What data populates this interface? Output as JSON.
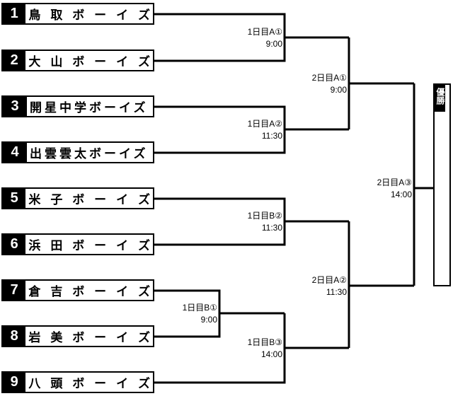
{
  "teams": [
    {
      "seed": "1",
      "name": "鳥 取 ボ ー イ ズ"
    },
    {
      "seed": "2",
      "name": "大 山 ボ ー イ ズ"
    },
    {
      "seed": "3",
      "name": "開星中学ボーイズ"
    },
    {
      "seed": "4",
      "name": "出雲雲太ボーイズ"
    },
    {
      "seed": "5",
      "name": "米 子 ボ ー イ ズ"
    },
    {
      "seed": "6",
      "name": "浜 田 ボ ー イ ズ"
    },
    {
      "seed": "7",
      "name": "倉 吉 ボ ー イ ズ"
    },
    {
      "seed": "8",
      "name": "岩 美 ボ ー イ ズ"
    },
    {
      "seed": "9",
      "name": "八 頭 ボ ー イ ズ"
    }
  ],
  "matches": {
    "d1a1": {
      "label": "1日目A①",
      "time": "9:00"
    },
    "d1a2": {
      "label": "1日目A②",
      "time": "11:30"
    },
    "d1b2": {
      "label": "1日目B②",
      "time": "11:30"
    },
    "d1b1": {
      "label": "1日目B①",
      "time": "9:00"
    },
    "d1b3": {
      "label": "1日目B③",
      "time": "14:00"
    },
    "d2a1": {
      "label": "2日目A①",
      "time": "9:00"
    },
    "d2a2": {
      "label": "2日目A②",
      "time": "11:30"
    },
    "d2a3": {
      "label": "2日目A③",
      "time": "14:00"
    }
  },
  "winner": {
    "label": "優勝"
  }
}
